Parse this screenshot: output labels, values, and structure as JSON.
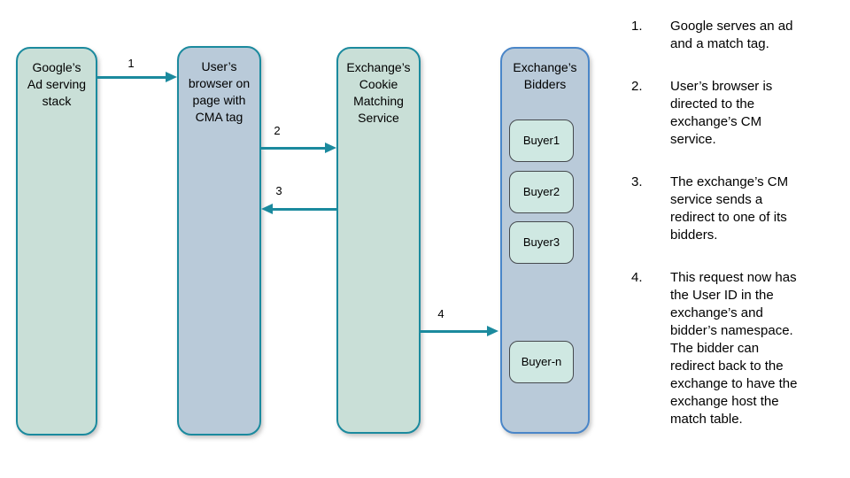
{
  "colors": {
    "teal": "#1b8a9e",
    "green-fill": "#c9dfd7",
    "blue-fill": "#b9cad9",
    "blue-border": "#4a86c8",
    "buyer-fill": "#cfe8e2",
    "buyer-border": "#45494d",
    "text": "#000000",
    "background": "#ffffff"
  },
  "diagram": {
    "nodes": [
      {
        "id": "google-ad-stack",
        "title": "Google’s\nAd serving\nstack"
      },
      {
        "id": "user-browser",
        "title": "User’s\nbrowser on\npage with\nCMA tag"
      },
      {
        "id": "cookie-matching-service",
        "title": "Exchange’s\nCookie\nMatching\nService"
      },
      {
        "id": "exchange-bidders",
        "title": "Exchange’s\nBidders"
      }
    ],
    "buyers": [
      "Buyer1",
      "Buyer2",
      "Buyer3",
      "Buyer-n"
    ],
    "arrows": [
      {
        "label": "1",
        "from": "google-ad-stack",
        "to": "user-browser",
        "direction": "right"
      },
      {
        "label": "2",
        "from": "user-browser",
        "to": "cookie-matching-service",
        "direction": "right"
      },
      {
        "label": "3",
        "from": "cookie-matching-service",
        "to": "user-browser",
        "direction": "left"
      },
      {
        "label": "4",
        "from": "cookie-matching-service",
        "to": "exchange-bidders",
        "direction": "right"
      }
    ]
  },
  "notes": [
    {
      "number": "1.",
      "text": "Google serves an ad\nand a match tag."
    },
    {
      "number": "2.",
      "text": "User’s browser is\ndirected to the\nexchange’s CM\nservice."
    },
    {
      "number": "3.",
      "text": "The exchange’s CM\nservice sends a\nredirect to one of its\nbidders."
    },
    {
      "number": "4.",
      "text": "This request now has\nthe User ID in the\nexchange’s and\nbidder’s namespace.\nThe bidder can\nredirect back to the\nexchange to have the\nexchange host the\nmatch table."
    }
  ]
}
